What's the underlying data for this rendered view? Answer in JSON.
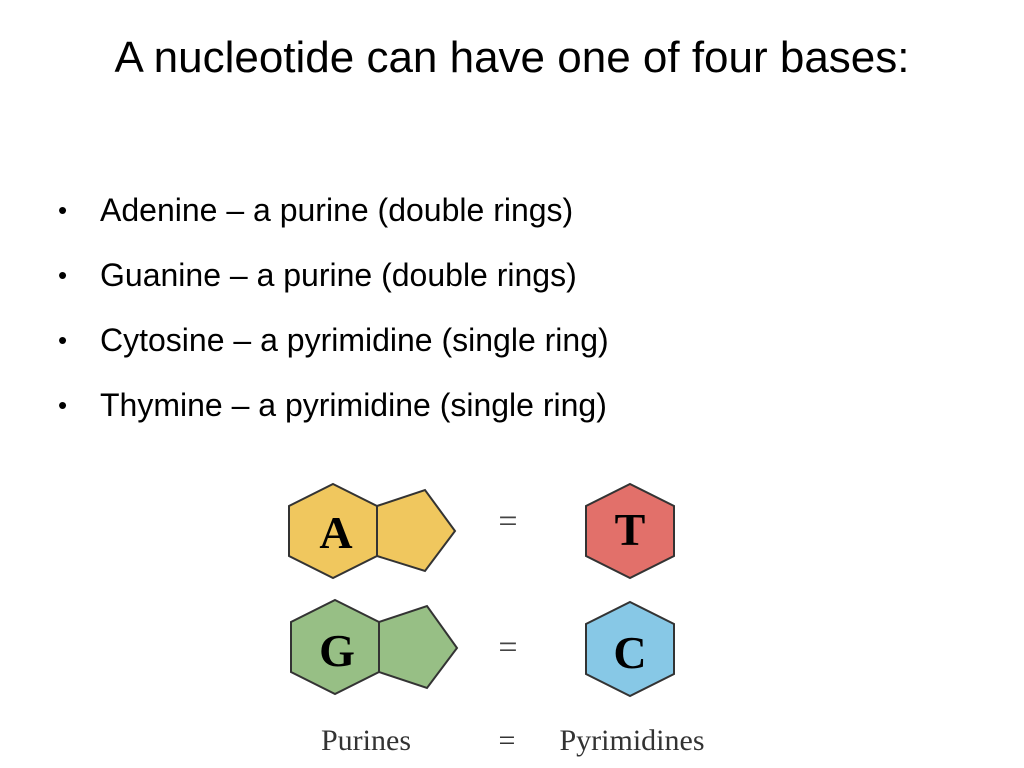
{
  "slide": {
    "title": "A nucleotide can have one of four bases:",
    "bullet_symbol": "•",
    "bullets": [
      "Adenine – a purine (double rings)",
      "Guanine – a purine (double rings)",
      "Cytosine – a pyrimidine (single ring)",
      "Thymine – a pyrimidine (single ring)"
    ]
  },
  "figure": {
    "pairs": [
      {
        "purine": "A",
        "pyrimidine": "T",
        "purine_color": "#f0c75e",
        "pyrimidine_color": "#e2706a"
      },
      {
        "purine": "G",
        "pyrimidine": "C",
        "purine_color": "#97bf85",
        "pyrimidine_color": "#87c8e6"
      }
    ],
    "equals": "=",
    "caption_left": "Purines",
    "caption_equals": "=",
    "caption_right": "Pyrimidines"
  }
}
